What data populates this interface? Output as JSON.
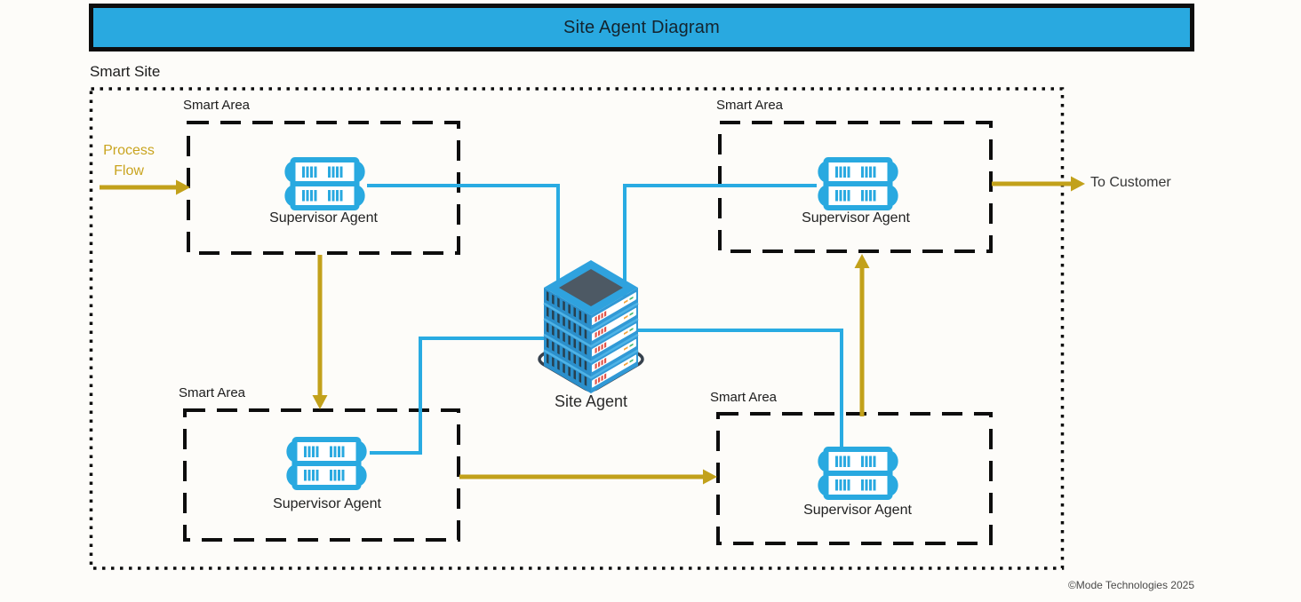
{
  "title": "Site Agent Diagram",
  "smart_site_label": "Smart Site",
  "areas": [
    {
      "id": "top-left",
      "label": "Smart Area",
      "agent_label": "Supervisor Agent"
    },
    {
      "id": "top-right",
      "label": "Smart Area",
      "agent_label": "Supervisor Agent"
    },
    {
      "id": "bottom-left",
      "label": "Smart Area",
      "agent_label": "Supervisor Agent"
    },
    {
      "id": "bottom-right",
      "label": "Smart Area",
      "agent_label": "Supervisor Agent"
    }
  ],
  "site_agent_label": "Site Agent",
  "process_flow_label": "Process Flow",
  "to_customer_label": "To Customer",
  "copyright": "©Mode Technologies 2025",
  "colors": {
    "title_fill_cyan": "#29a9e0",
    "icon_blue": "#29a9e0",
    "connection_blue": "#29abe2",
    "flow_gold": "#c2a11b",
    "border_black": "#0d0d0d",
    "background": "#fdfcf9"
  }
}
